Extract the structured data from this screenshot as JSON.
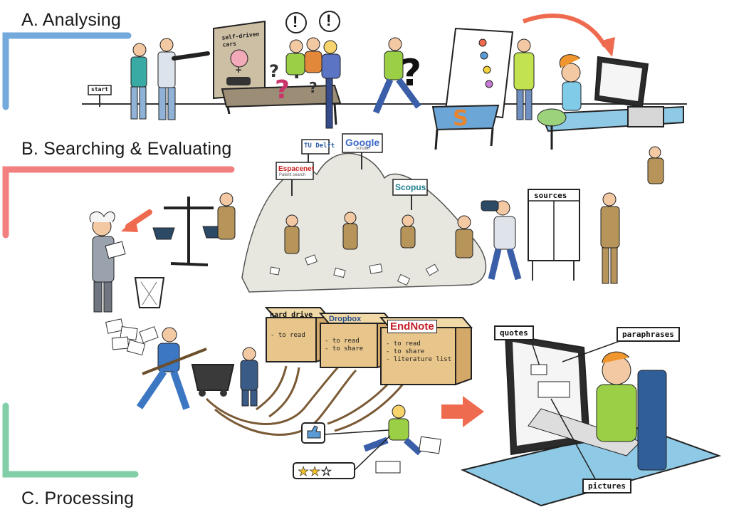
{
  "stages": {
    "a": {
      "title": "A. Analysing",
      "color": "#5b9bd5"
    },
    "b": {
      "title": "B. Searching & Evaluating",
      "color": "#f06a6a"
    },
    "c": {
      "title": "C. Processing",
      "color": "#6cc59a"
    }
  },
  "analysing": {
    "start_sign": "start",
    "briefcase_text": "self-driven cars",
    "exclaim": "!"
  },
  "searching": {
    "sources": [
      "TU Delft",
      "Google",
      "Espacenet",
      "Scopus"
    ],
    "espacenet_sub": "Patent search",
    "google_sub": "scholar",
    "board_title": "sources"
  },
  "processing": {
    "storage": [
      {
        "name": "hard drive",
        "items": "- to read"
      },
      {
        "name": "Dropbox",
        "items": "- to read\n- to share"
      },
      {
        "name": "EndNote",
        "items": "- to read\n- to share\n- literature list"
      }
    ],
    "screen_tags": {
      "quotes": "quotes",
      "paraphrases": "paraphrases",
      "pictures": "pictures"
    }
  },
  "colors": {
    "arrow": "#ef6b4f",
    "ink": "#222222",
    "hill": "#e7e6df",
    "box": "#e8c58a"
  }
}
